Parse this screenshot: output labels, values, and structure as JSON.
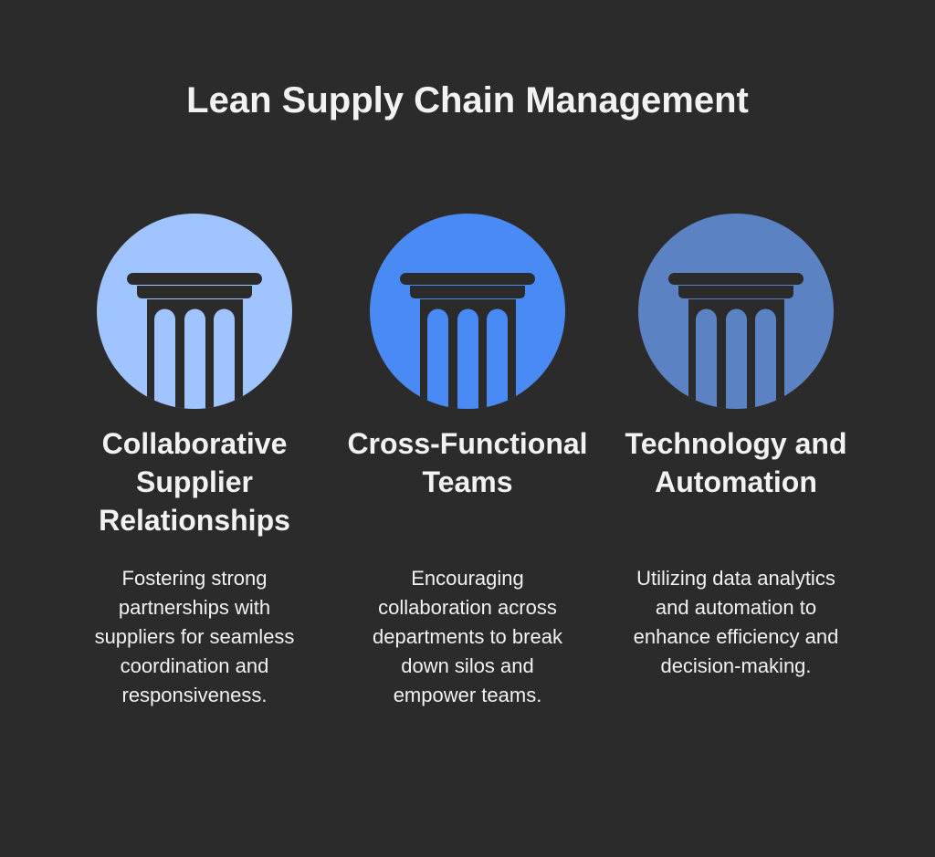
{
  "title": "Lean Supply Chain Management",
  "items": [
    {
      "heading": "Collaborative Supplier Relationships",
      "description": "Fostering strong partnerships with suppliers for seamless coordination and responsiveness.",
      "icon": "pillar-icon",
      "color": "#a0c4ff"
    },
    {
      "heading": "Cross-Functional Teams",
      "description": "Encouraging collaboration across departments to break down silos and empower teams.",
      "icon": "pillar-icon",
      "color": "#4a8af4"
    },
    {
      "heading": "Technology and Automation",
      "description": "Utilizing data analytics and automation to enhance efficiency and decision-making.",
      "icon": "pillar-icon",
      "color": "#5b82c3"
    }
  ]
}
